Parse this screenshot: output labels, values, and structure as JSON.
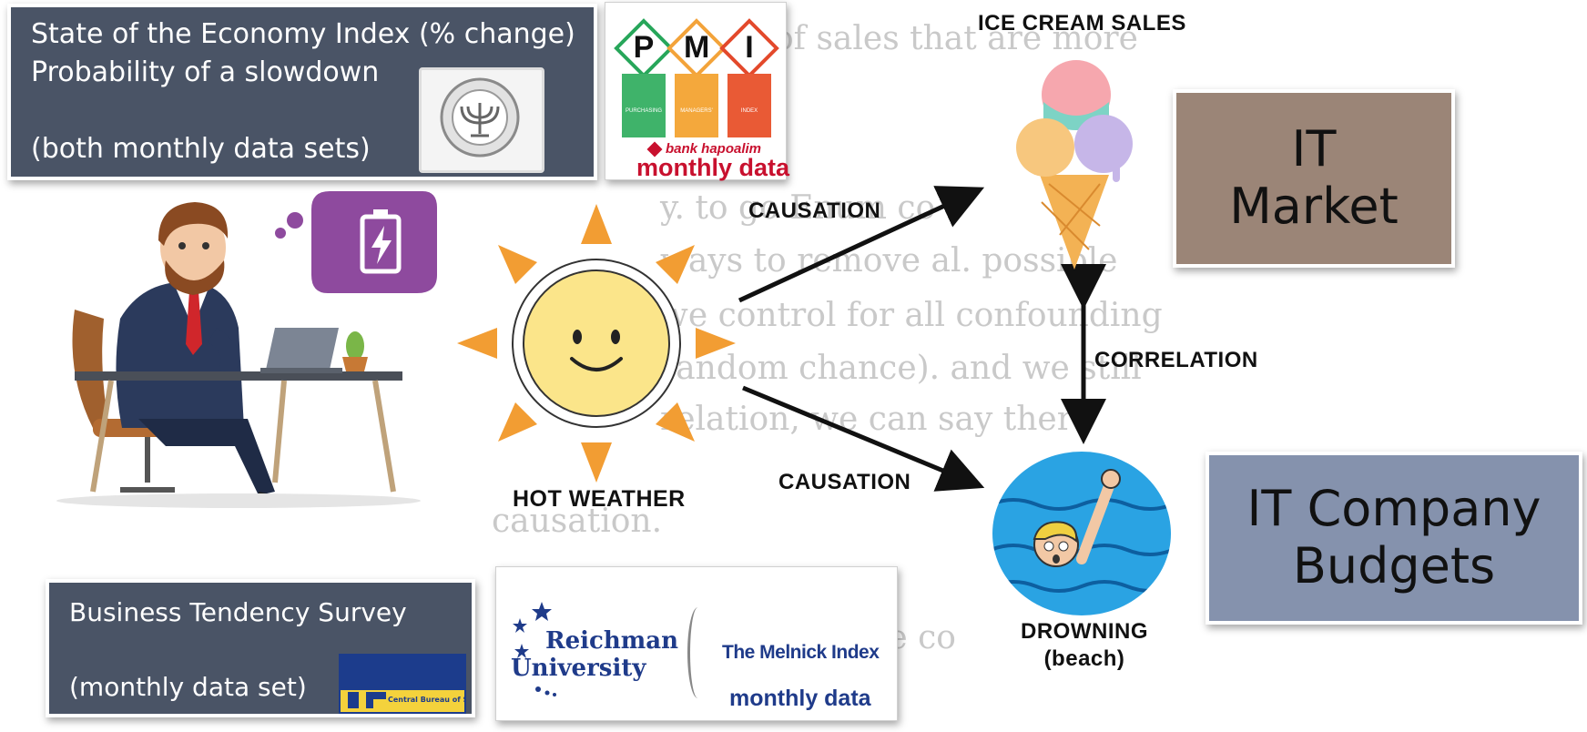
{
  "top_left_box": {
    "line1": "State of the Economy Index (% change)",
    "line2": "Probability of a slowdown",
    "line3": "(both monthly data sets)"
  },
  "pmi_card": {
    "letters": [
      "P",
      "M",
      "I"
    ],
    "sublabels": [
      "PURCHASING",
      "MANAGERS'",
      "INDEX"
    ],
    "bank": "bank hapoalim",
    "caption": "monthly data"
  },
  "diagram": {
    "hot_weather": "HOT WEATHER",
    "ice_cream": "ICE CREAM SALES",
    "drowning_line1": "DROWNING",
    "drowning_line2": "(beach)",
    "causation_top": "CAUSATION",
    "causation_bottom": "CAUSATION",
    "correlation": "CORRELATION"
  },
  "it_market": {
    "line1": "IT",
    "line2": "Market"
  },
  "it_budgets": {
    "line1": "IT Company",
    "line2": "Budgets"
  },
  "bottom_left_box": {
    "line1": "Business Tendency Survey",
    "line2": "(monthly data set)",
    "cbs_logo_text": "Central Bureau of Statistics"
  },
  "reichman_card": {
    "line1": "Reichman",
    "line2": "University",
    "index": "The Melnick Index",
    "caption": "monthly data"
  },
  "faint_background_text": [
    "of sales that are more",
    "y. to go Enum co",
    "ways to remove al. possible",
    "we control for all confounding",
    "random chance). and we still",
    "relation, we can say there",
    "causation.",
    "ve co"
  ],
  "colors": {
    "slate": "#4a5466",
    "it_market_bg": "#9b8577",
    "it_budgets_bg": "#8592ad",
    "pmi_red": "#c8102e",
    "reichman_blue": "#1f3b8a",
    "sun_orange": "#f29d33",
    "sun_face": "#fbe58a"
  }
}
